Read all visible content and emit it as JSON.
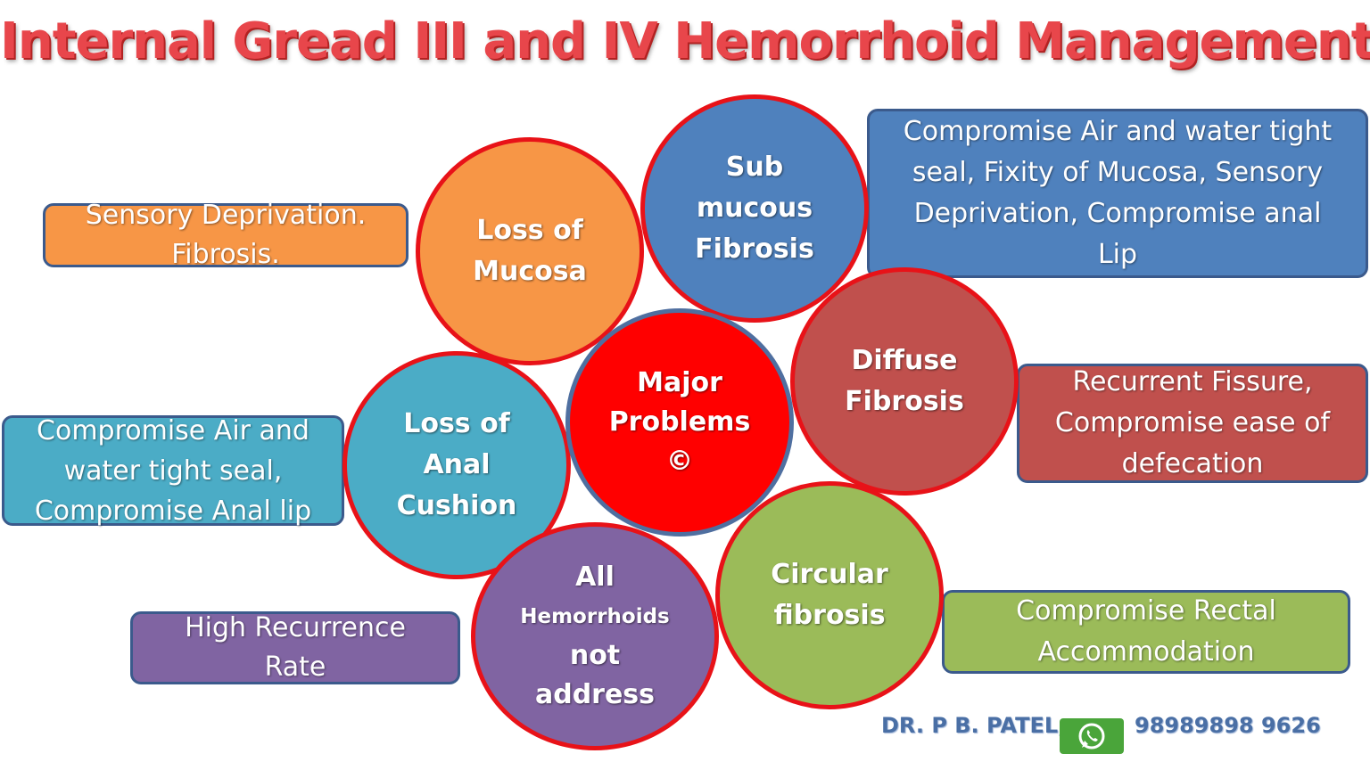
{
  "title": "Internal Gread III and IV Hemorrhoid Management",
  "colors": {
    "title": "#e8464b",
    "circle_border": "#e81218",
    "orange": "#f79646",
    "blue": "#4f81bd",
    "red_brown": "#c0504d",
    "teal": "#4bacc6",
    "purple": "#8064a2",
    "green": "#9bbb59",
    "center": "#ff0000"
  },
  "center": {
    "lines": [
      "Major",
      "Problems",
      "©"
    ]
  },
  "circles": {
    "loss_of_mucosa": [
      "Loss of",
      "Mucosa"
    ],
    "submucous_fibrosis": [
      "Sub",
      "mucous",
      "Fibrosis"
    ],
    "diffuse_fibrosis": [
      "Diffuse",
      "Fibrosis"
    ],
    "circular_fibrosis": [
      "Circular",
      "fibrosis"
    ],
    "all_hemorrhoids": [
      "All",
      "Hemorrhoids",
      "not",
      "address"
    ],
    "loss_of_anal_cushion": [
      "Loss of",
      "Anal",
      "Cushion"
    ]
  },
  "boxes": {
    "sensory": [
      "Sensory Deprivation.",
      "Fibrosis."
    ],
    "compromise_seal_top": [
      "Compromise Air and water tight",
      "seal, Fixity of Mucosa, Sensory",
      "Deprivation, Compromise anal",
      "Lip"
    ],
    "recurrent_fissure": [
      "Recurrent Fissure,",
      "Compromise  ease of",
      "defecation"
    ],
    "rectal": [
      "Compromise Rectal",
      "Accommodation"
    ],
    "high_recurrence": [
      "High Recurrence",
      "Rate"
    ],
    "compromise_seal_left": [
      "Compromise Air and",
      "water tight seal,",
      "Compromise Anal lip"
    ]
  },
  "footer": {
    "name": "DR. P B. PATEL,",
    "phone": "98989898 9626",
    "icon": "whatsapp-icon"
  }
}
